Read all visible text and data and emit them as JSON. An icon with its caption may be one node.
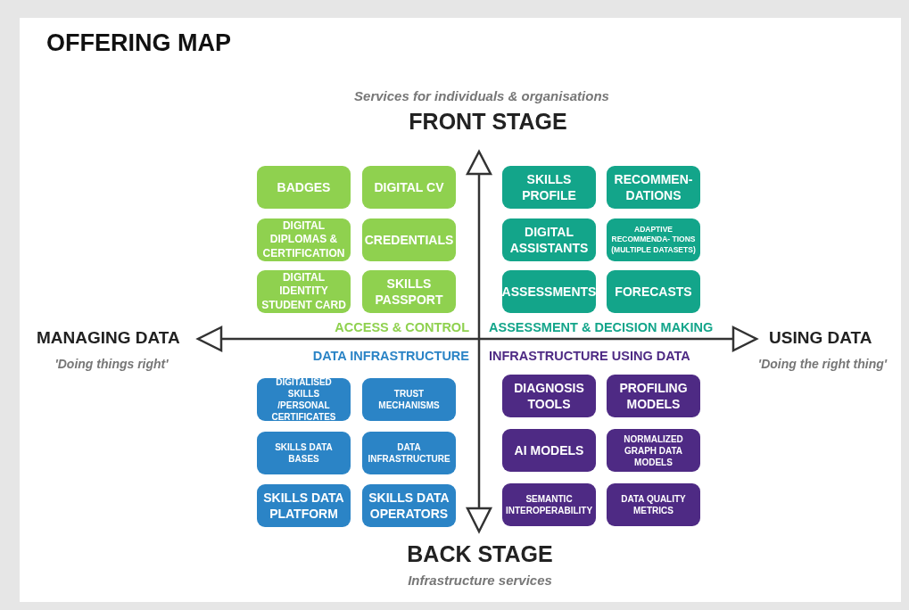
{
  "diagram": {
    "title": "OFFERING MAP",
    "nodes": [
      {
        "text": [
          "BADGES"
        ]
      },
      {
        "text": [
          "DIGITAL CV"
        ]
      },
      {
        "text": [
          "SKILLS PROFILE"
        ]
      },
      {
        "text": [
          "RECOMMEN- DATIONS"
        ]
      },
      {
        "text": [
          "DIGITAL DIPLOMAS & CERTIFICATION"
        ]
      },
      {
        "text": [
          "CREDENTIALS"
        ]
      },
      {
        "text": [
          "DIGITAL ASSISTANTS"
        ]
      },
      {
        "text": [
          "ADAPTIVE RECOMMENDA- TIONS (MULTIPLE DATASETS)"
        ]
      },
      {
        "text": [
          "DIGITAL IDENTITY STUDENT CARD"
        ]
      },
      {
        "text": [
          "SKILLS PASSPORT"
        ]
      },
      {
        "text": [
          "ASSESSMENTS"
        ]
      },
      {
        "text": [
          "FORECASTS"
        ]
      },
      {
        "text": [
          "DIGITALISED SKILLS /PERSONAL CERTIFICATES"
        ]
      },
      {
        "text": [
          "TRUST MECHANISMS"
        ]
      },
      {
        "text": [
          "DIAGNOSIS TOOLS"
        ]
      },
      {
        "text": [
          "PROFILING MODELS"
        ]
      },
      {
        "text": [
          "SKILLS DATA BASES"
        ]
      },
      {
        "text": [
          "DATA INFRASTRUCTURE"
        ]
      },
      {
        "text": [
          "AI MODELS"
        ]
      },
      {
        "text": [
          "NORMALIZED GRAPH DATA MODELS"
        ]
      },
      {
        "text": [
          "SKILLS DATA PLATFORM"
        ]
      },
      {
        "text": [
          "SKILLS DATA OPERATORS"
        ]
      },
      {
        "text": [
          "SEMANTIC INTEROPERABILITY"
        ]
      },
      {
        "text": [
          "DATA QUALITY METRICS"
        ]
      }
    ],
    "labels": [
      "Services for individuals & organisations",
      "FRONT STAGE",
      "ACCESS & CONTROL",
      "ASSESSMENT & DECISION MAKING",
      "MANAGING DATA",
      "'Doing things right'",
      "USING DATA",
      "'Doing the right thing'",
      "DATA INFRASTRUCTURE",
      "INFRASTRUCTURE USING DATA",
      "BACK STAGE",
      "Infrastructure services"
    ]
  }
}
